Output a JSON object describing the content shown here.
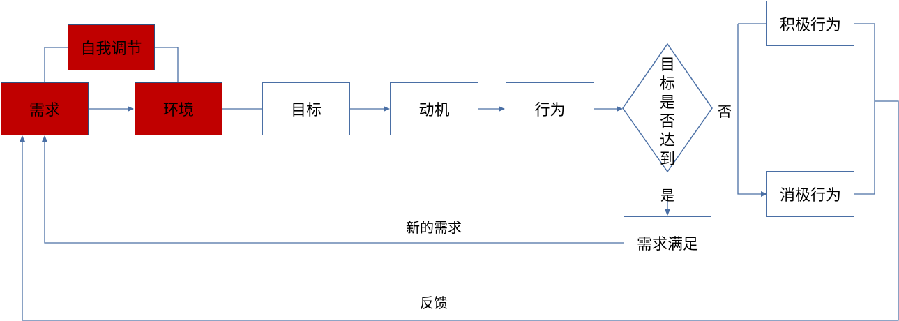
{
  "nodes": {
    "self_regulation": "自我调节",
    "need": "需求",
    "environment": "环境",
    "goal": "目标",
    "motivation": "动机",
    "behavior": "行为",
    "goal_reached": "目标是否达到",
    "positive_behavior": "积极行为",
    "negative_behavior": "消极行为",
    "need_satisfied": "需求满足"
  },
  "edge_labels": {
    "no": "否",
    "yes": "是",
    "new_need": "新的需求",
    "feedback": "反馈"
  },
  "colors": {
    "line": "#4a6fa5",
    "highlight_fill": "#c00000",
    "box_border": "#4a6fa5"
  }
}
